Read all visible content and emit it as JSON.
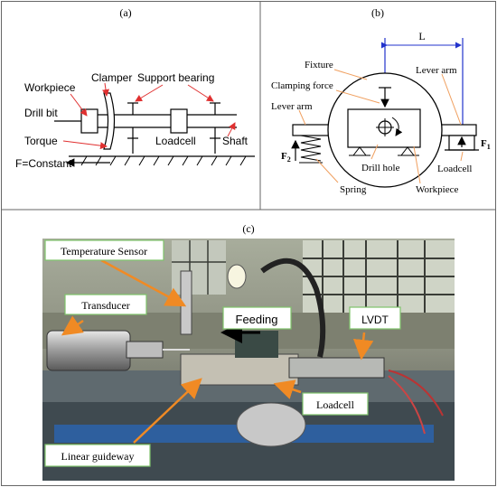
{
  "panel_a": {
    "tag": "(a)",
    "labels": {
      "workpiece": "Workpiece",
      "clamper": "Clamper",
      "support_bearing": "Support bearing",
      "drill_bit": "Drill bit",
      "torque": "Torque",
      "loadcell": "Loadcell",
      "shaft": "Shaft",
      "force": "F=Constant"
    }
  },
  "panel_b": {
    "tag": "(b)",
    "labels": {
      "length": "L",
      "fixture": "Fixture",
      "lever_arm_right": "Lever arm",
      "clamping_force": "Clamping force",
      "lever_arm_left": "Lever arm",
      "f1": "F",
      "f1_sub": "1",
      "f2": "F",
      "f2_sub": "2",
      "drill_hole": "Drill hole",
      "loadcell": "Loadcell",
      "spring": "Spring",
      "workpiece": "Workpiece"
    }
  },
  "panel_c": {
    "tag": "(c)",
    "labels": {
      "temperature_sensor": "Temperature Sensor",
      "transducer": "Transducer",
      "feeding": "Feeding",
      "lvdt": "LVDT",
      "loadcell": "Loadcell",
      "linear_guideway": "Linear guideway"
    }
  },
  "colors": {
    "frame": "#666666",
    "label_box_border": "#7ec36a",
    "pointer": "#f08a24",
    "dimension": "#2233cc",
    "pointer_red": "#e03030"
  }
}
